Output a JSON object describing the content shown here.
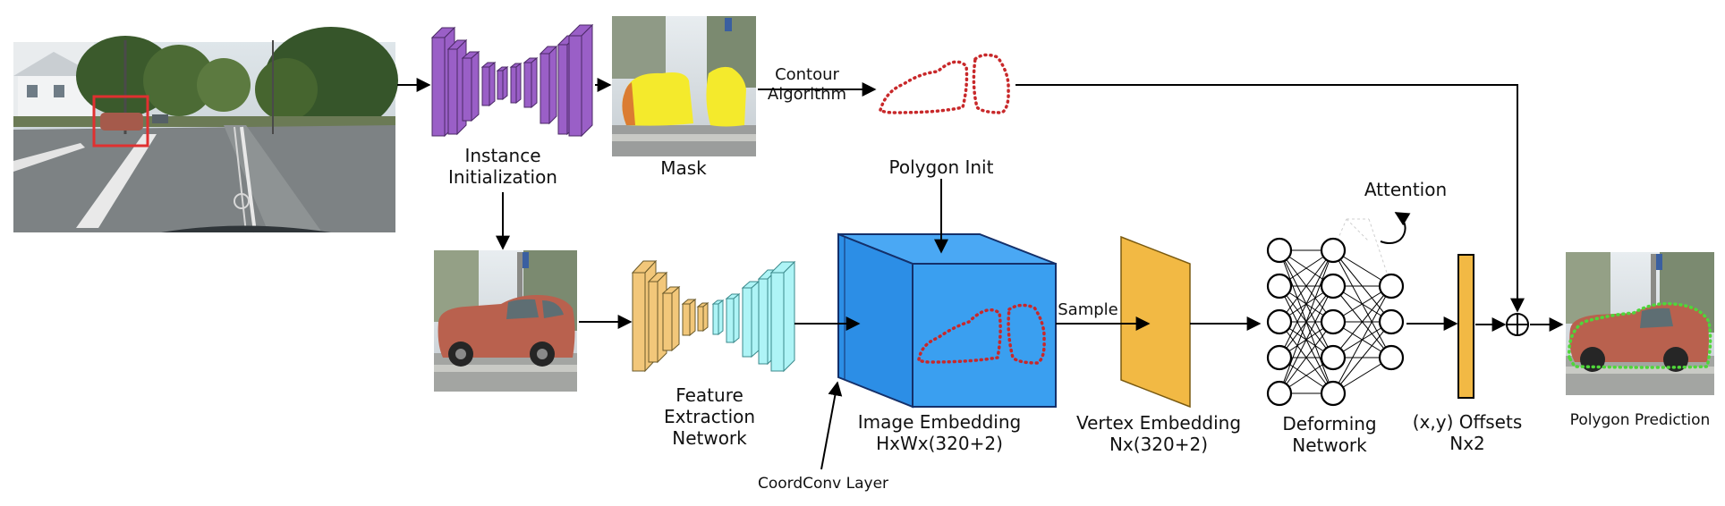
{
  "labels": {
    "instance_init": "Instance\nInitialization",
    "mask": "Mask",
    "contour": "Contour\nAlgorithm",
    "polygon_init": "Polygon Init",
    "attention": "Attention",
    "feature": "Feature\nExtraction\nNetwork",
    "image_embedding": "Image Embedding\nHxWx(320+2)",
    "sample": "Sample",
    "vertex_embedding": "Vertex Embedding\nNx(320+2)",
    "deforming": "Deforming\nNetwork",
    "offsets": "(x,y) Offsets\nNx2",
    "polygon_prediction": "Polygon Prediction",
    "coordconv": "CoordConv Layer"
  },
  "colors": {
    "encoder_purple": "#9a5fc7",
    "feature_orange": "#f2c77a",
    "feature_cyan": "#aef4f6",
    "embedding_blue": "#3a9ff0",
    "vertex_orange": "#f2b944",
    "mask_yellow": "#f4ea2c",
    "contour_red": "#c8282a",
    "prediction_green": "#4fd63a",
    "bbox_red": "#e03030"
  },
  "icons": {
    "street_photo": "street-scene-photo",
    "crop_photo": "car-crop-photo",
    "mask_photo": "mask-overlay-photo",
    "prediction_photo": "polygon-prediction-photo",
    "sum_node": "circled-plus-icon"
  }
}
